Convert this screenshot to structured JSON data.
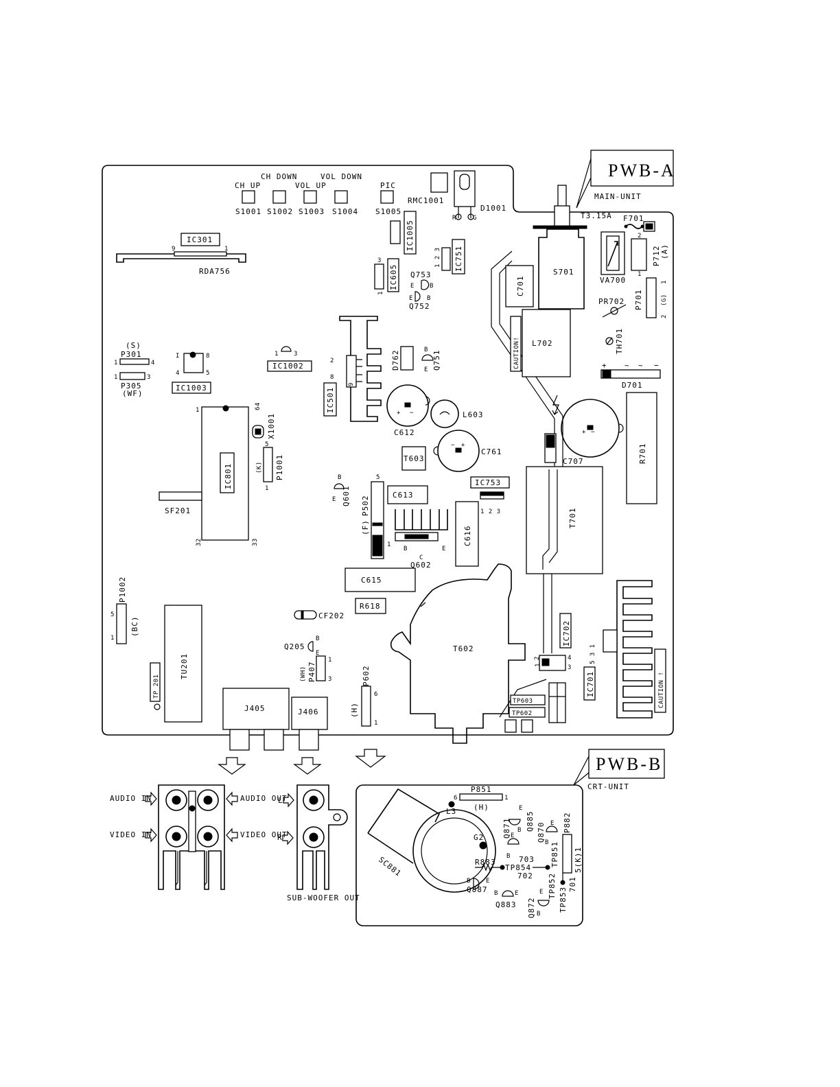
{
  "boards": {
    "pwb_a": {
      "title": "PWB-A",
      "subtitle": "MAIN-UNIT"
    },
    "pwb_b": {
      "title": "PWB-B",
      "subtitle": "CRT-UNIT"
    }
  },
  "switches": {
    "ch_up": "CH UP",
    "ch_down": "CH DOWN",
    "vol_up": "VOL UP",
    "vol_down": "VOL DOWN",
    "pic": "PIC",
    "s1001": "S1001",
    "s1002": "S1002",
    "s1003": "S1003",
    "s1004": "S1004",
    "s1005": "S1005"
  },
  "parts": {
    "rmc1001": "RMC1001",
    "d1001": "D1001",
    "ic301": "IC301",
    "rda756": "RDA756",
    "ic1005": "IC1005",
    "ic751": "IC751",
    "ic605": "IC605",
    "q753": "Q753",
    "q752": "Q752",
    "t315a": "T3.15A",
    "f701": "F701",
    "p712": "P712",
    "p712_sub": "(A)",
    "va700": "VA700",
    "s701": "S701",
    "c701": "C701",
    "pr702": "PR702",
    "p701": "P701",
    "p701_sub": "(G)",
    "th701": "TH701",
    "l702": "L702",
    "caution1": "CAUTION!",
    "caution2": "CAUTION !",
    "d701": "D701",
    "p301": "P301",
    "p301_sub": "(S)",
    "p305": "P305",
    "p305_sub": "(WF)",
    "ic1003": "IC1003",
    "ic1002": "IC1002",
    "d762": "D762",
    "q751": "Q751",
    "ic501": "IC501",
    "c612": "C612",
    "l603": "L603",
    "c761": "C761",
    "t603": "T603",
    "c707": "C707",
    "r701": "R701",
    "x1001": "X1001",
    "ic801": "IC801",
    "p1001": "P1001",
    "p1001_sub": "(K)",
    "sf201": "SF201",
    "q601": "Q601",
    "p502": "P502",
    "p502_sub": "(F)",
    "c613": "C613",
    "ic753": "IC753",
    "c616": "C616",
    "q602": "Q602",
    "t701": "T701",
    "c615": "C615",
    "r618": "R618",
    "cf202": "CF202",
    "p1002": "P1002",
    "p1002_sub": "(BC)",
    "tu201": "TU201",
    "q205": "Q205",
    "p407": "P407",
    "p407_sub": "(WH)",
    "p602": "P602",
    "p602_sub": "(H)",
    "t602": "T602",
    "ic702": "IC702",
    "ic701": "IC701",
    "tp201": "TP 201",
    "j405": "J405",
    "j406": "J406",
    "tp603": "TP603",
    "tp602": "TP602"
  },
  "pins": {
    "one": "1",
    "two": "2",
    "three": "3",
    "four": "4",
    "five": "5",
    "six": "6",
    "eight": "8",
    "nine": "9",
    "thirtytwo": "32",
    "thirtythree": "33",
    "sixtyfour": "64",
    "i_mark": "I",
    "b": "B",
    "c": "C",
    "e": "E",
    "r": "R",
    "g": "G",
    "plus": "+",
    "minus": "−",
    "tilde": "~",
    "five_three_one": "5 3 1",
    "one_two_three": "1 2 3"
  },
  "jacks": {
    "audio_in": "AUDIO IN",
    "audio_out": "AUDIO OUT",
    "video_in": "VIDEO IN",
    "video_out": "VIDEO OUT",
    "l": "L",
    "r": "R",
    "sub_woofer": "SUB-WOOFER OUT"
  },
  "crt": {
    "p851": "P851",
    "p851_sub": "(H)",
    "l3": "L3",
    "g2": "G2",
    "sc881": "SC881",
    "q885": "Q885",
    "q871": "Q871",
    "q870": "Q870",
    "tp851": "TP851",
    "p882": "P882",
    "p882_sub": "5(K)1",
    "r883": "R883",
    "n703": "703",
    "tp854": "TP854",
    "n702": "702",
    "tp852": "TP852",
    "n701": "701",
    "tp853": "TP853",
    "q887": "Q887",
    "q883": "Q883",
    "q872": "Q872"
  }
}
